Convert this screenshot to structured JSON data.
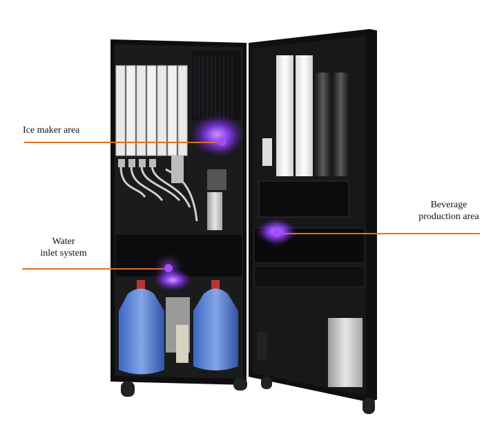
{
  "callouts": {
    "ice_maker": "Ice maker area",
    "water_inlet_line1": "Water",
    "water_inlet_line2": "inlet system",
    "beverage_line1": "Beverage",
    "beverage_line2": "production area"
  },
  "colors": {
    "callout_line": "#e0701c",
    "uv_glow": "#a64dff",
    "cabinet": "#121214"
  }
}
